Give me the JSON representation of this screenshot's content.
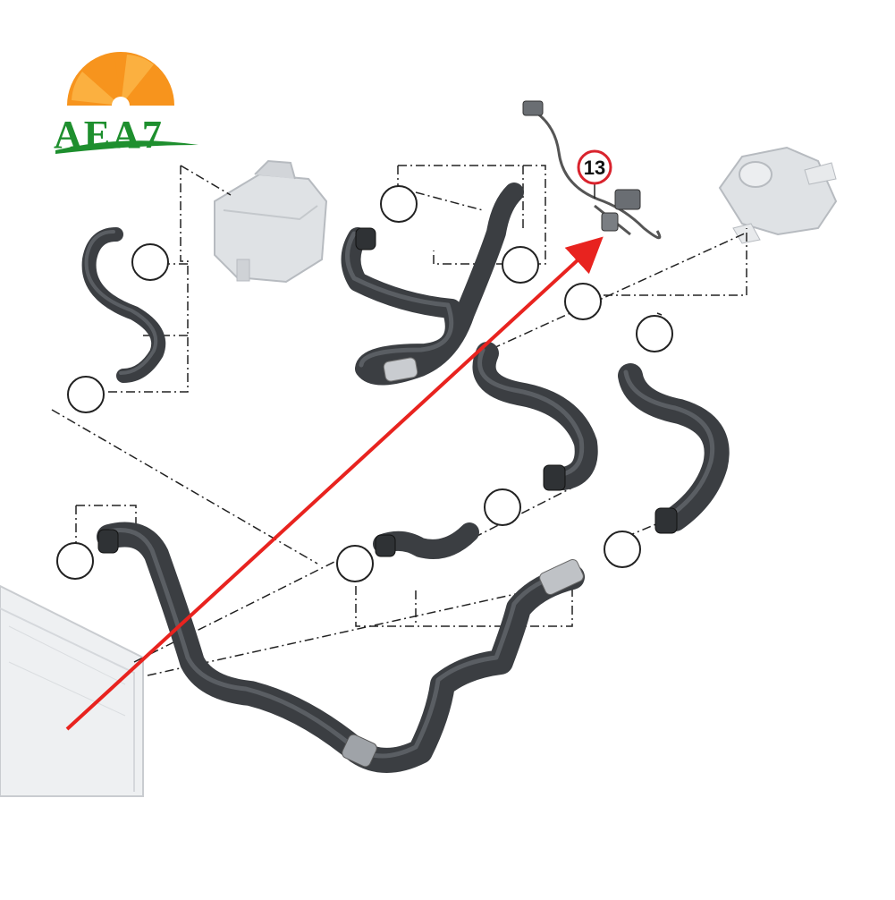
{
  "logo": {
    "text": "AEA7",
    "colors": {
      "sun": "#f7941d",
      "sun_light": "#fbb040",
      "text": "#1e8f2e"
    }
  },
  "diagram": {
    "highlighted_part_number": "13",
    "colors": {
      "hose": "#3b3e42",
      "hose_highlight": "#5a5e63",
      "leader": "#222222",
      "arrow": "#e8231f",
      "marker_ring": "#d9232d",
      "tank": "#dfe2e5",
      "radiator": "#eef0f2"
    },
    "icons": [
      "coolant-expansion-tank",
      "thermostat-housing",
      "temperature-sensor",
      "radiator"
    ]
  }
}
